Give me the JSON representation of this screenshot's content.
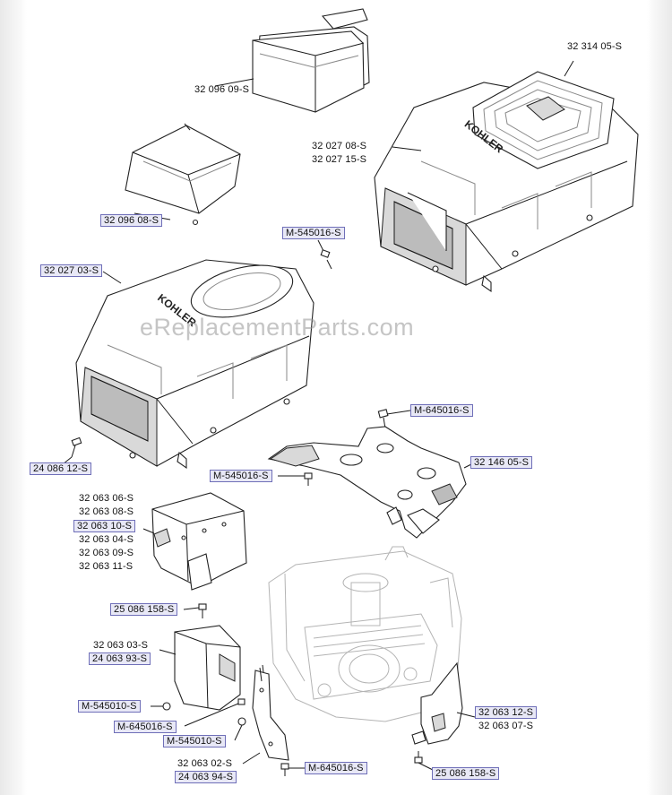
{
  "watermark": "eReplacementParts.com",
  "colors": {
    "label_box_fill": "#e8e8f6",
    "label_box_border": "#6f6fb8"
  },
  "labels": {
    "l_32314": "32 314 05-S",
    "l_32096_09": "32 096 09-S",
    "l_32027_08": "32 027 08-S",
    "l_32027_15": "32 027 15-S",
    "l_32096_08": "32 096 08-S",
    "l_m545016_a": "M-545016-S",
    "l_32027_03": "32 027 03-S",
    "l_m645016_a": "M-645016-S",
    "l_24086_12": "24 086 12-S",
    "l_m545016_b": "M-545016-S",
    "l_32146_05": "32 146 05-S",
    "l_32063_06": "32 063 06-S",
    "l_32063_08": "32 063 08-S",
    "l_32063_10": "32 063 10-S",
    "l_32063_04": "32 063 04-S",
    "l_32063_09": "32 063 09-S",
    "l_32063_11": "32 063 11-S",
    "l_25086_158_a": "25 086 158-S",
    "l_32063_03": "32 063 03-S",
    "l_24063_93": "24 063 93-S",
    "l_m545010_a": "M-545010-S",
    "l_m645016_b": "M-645016-S",
    "l_m545010_b": "M-545010-S",
    "l_32063_12": "32 063 12-S",
    "l_32063_07": "32 063 07-S",
    "l_32063_02": "32 063 02-S",
    "l_24063_94": "24 063 94-S",
    "l_m645016_c": "M-645016-S",
    "l_25086_158_b": "25 086 158-S"
  },
  "brand_text": "KOHLER"
}
